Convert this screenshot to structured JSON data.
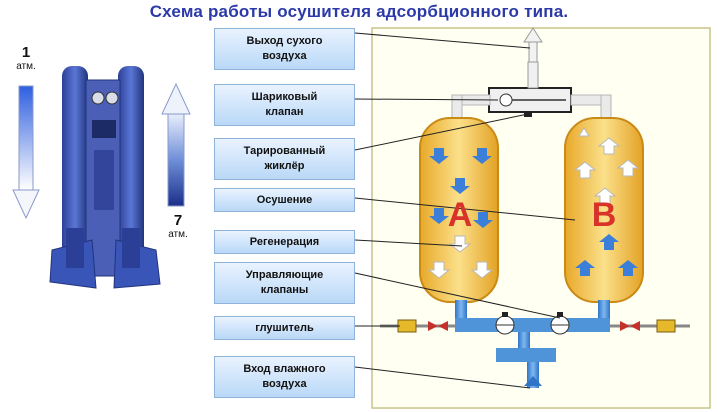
{
  "title": "Схема работы осушителя адсорбционного типа.",
  "labels": [
    {
      "id": "dry-air-out",
      "lines": [
        "Выход сухого",
        "воздуха"
      ]
    },
    {
      "id": "ball-valve",
      "lines": [
        "Шариковый",
        "клапан"
      ]
    },
    {
      "id": "orifice",
      "lines": [
        "Тарированный",
        "жиклёр"
      ]
    },
    {
      "id": "drying",
      "lines": [
        "Осушение"
      ]
    },
    {
      "id": "regeneration",
      "lines": [
        "Регенерация"
      ]
    },
    {
      "id": "control-valves",
      "lines": [
        "Управляющие",
        "клапаны"
      ]
    },
    {
      "id": "silencer",
      "lines": [
        "глушитель"
      ]
    },
    {
      "id": "wet-air-in",
      "lines": [
        "Вход влажного",
        "воздуха"
      ]
    }
  ],
  "pressure": {
    "low": {
      "value": "1",
      "unit": "атм."
    },
    "high": {
      "value": "7",
      "unit": "атм."
    }
  },
  "vessels": {
    "left": "A",
    "right": "B"
  },
  "colors": {
    "title": "#2b3aa8",
    "vessel": "#f2c84a",
    "pipe": "#4f93d8",
    "valve": "#c4302b"
  }
}
